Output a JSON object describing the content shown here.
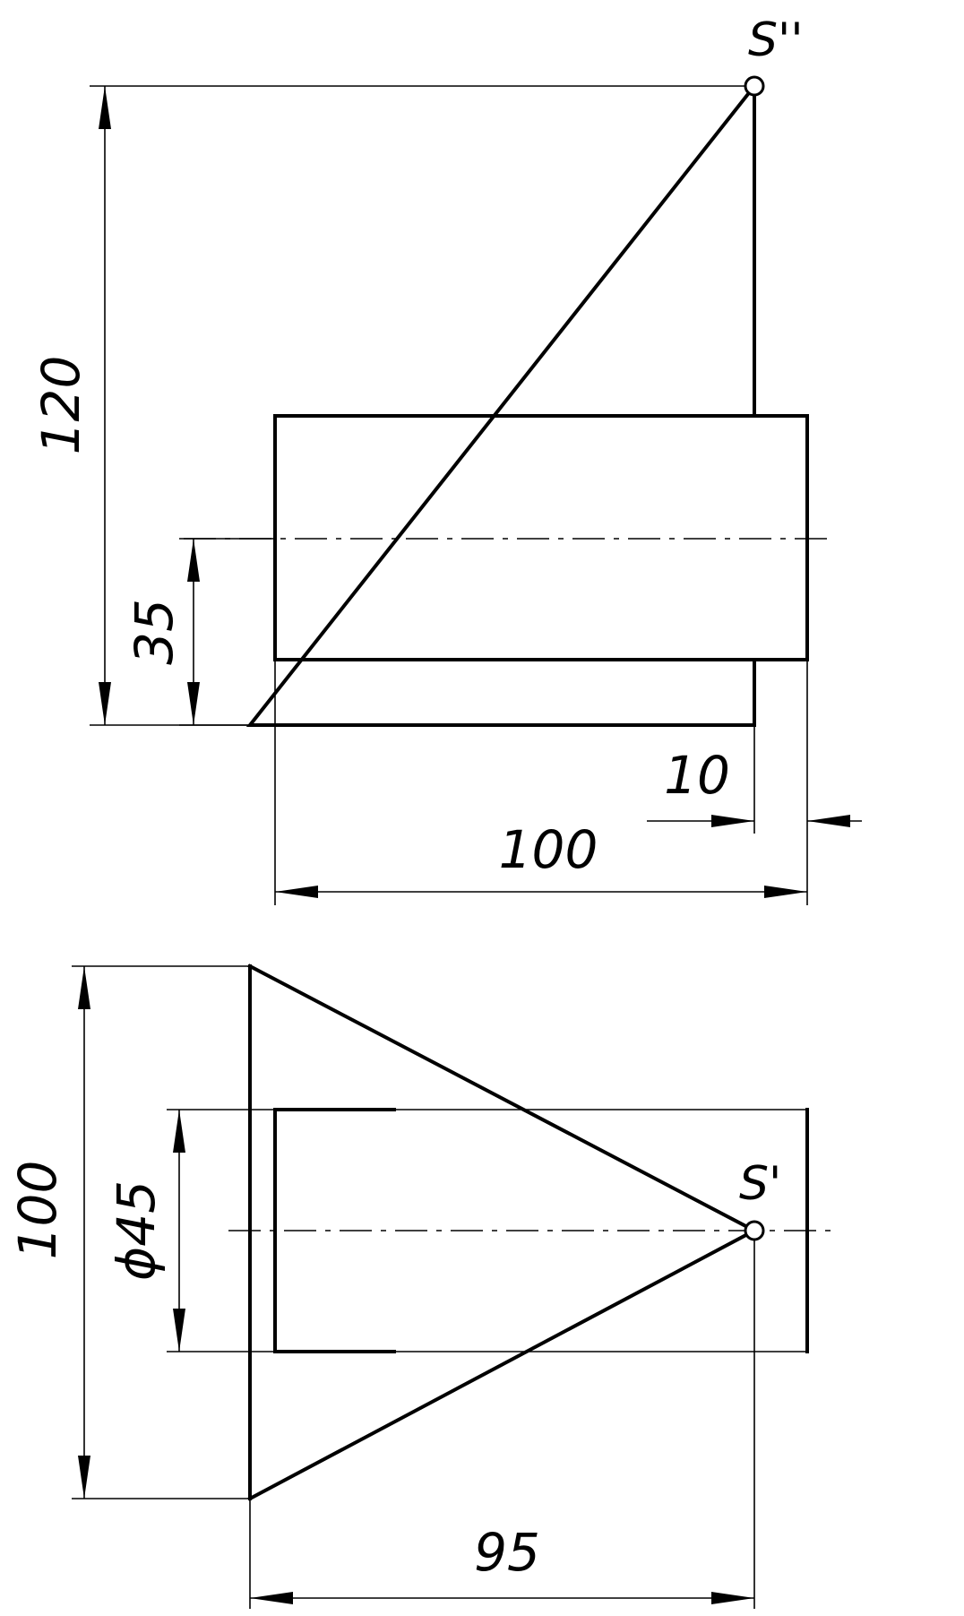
{
  "points": {
    "front_apex": "S''",
    "top_apex": "S'"
  },
  "dimensions": {
    "height": "120",
    "axis_height": "35",
    "offset": "10",
    "front_width": "100",
    "top_width": "100",
    "diameter": "ϕ45",
    "apex_distance": "95"
  },
  "colors": {
    "line": "#000000",
    "background": "#ffffff"
  }
}
